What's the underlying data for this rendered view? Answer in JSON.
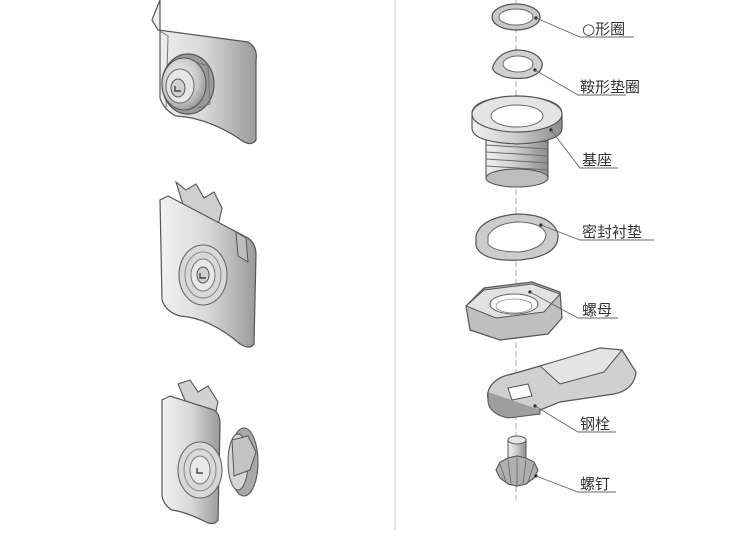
{
  "labels": {
    "o_ring": "○形圈",
    "wave_washer": "鞍形垫圈",
    "base": "基座",
    "seal_gasket": "密封衬垫",
    "nut": "螺母",
    "cam": "钢栓",
    "screw": "螺钉"
  },
  "colors": {
    "metal_light": "#e4e4e4",
    "metal_mid": "#bcbcbc",
    "metal_dark": "#8a8a8a",
    "edge": "#555555",
    "divider": "#cfcfcf",
    "leader": "#666666"
  }
}
